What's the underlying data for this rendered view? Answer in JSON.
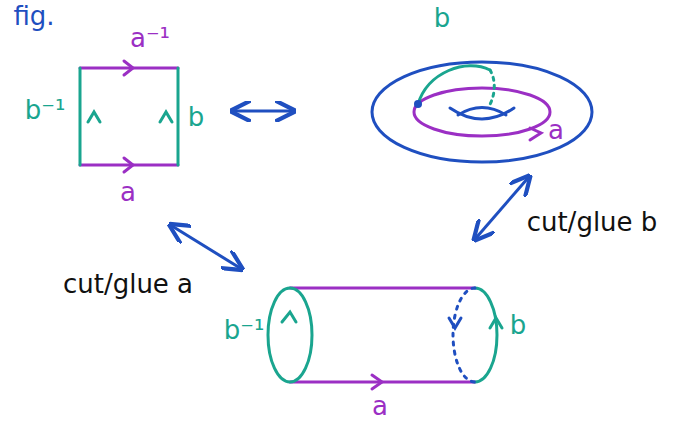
{
  "diagram": {
    "labels": [
      "fig.",
      "a⁻¹",
      "b⁻¹",
      "b",
      "a",
      "b",
      "a",
      "cut/glue b",
      "cut/glue a",
      "b⁻¹",
      "b",
      "a"
    ]
  }
}
